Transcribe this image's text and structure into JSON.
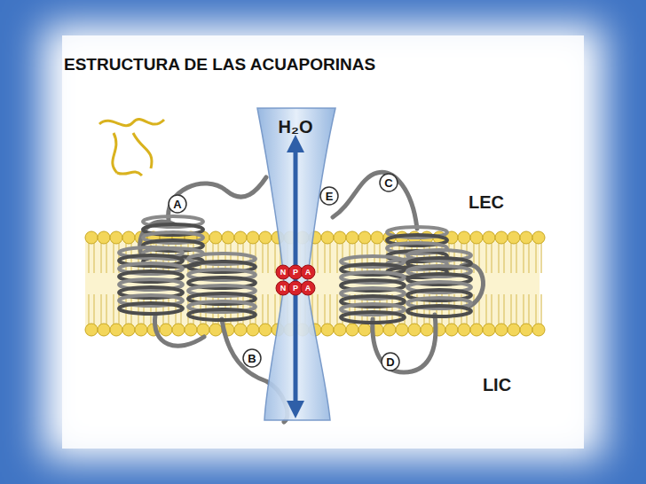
{
  "diagram": {
    "title": "ESTRUCTURA DE LAS ACUAPORINAS",
    "labels": [
      "H₂O",
      "LEC",
      "E",
      "C",
      "A",
      "N",
      "P",
      "A",
      "N",
      "P",
      "A",
      "LIC",
      "B",
      "D"
    ]
  }
}
